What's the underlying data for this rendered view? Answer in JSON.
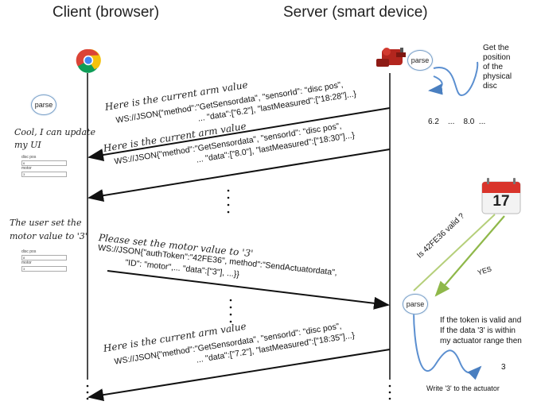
{
  "titles": {
    "client": "Client (browser)",
    "server": "Server (smart device)"
  },
  "client": {
    "parse_label": "parse",
    "update_note_line1": "Cool, I can update",
    "update_note_line2": "my UI",
    "form1": {
      "disc_label": "disc pos",
      "disc_value": "6",
      "motor_label": "motor",
      "motor_value": "3"
    },
    "user_note_line1": "The user set the",
    "user_note_line2": "motor value to '3'",
    "form2": {
      "disc_label": "disc pos",
      "disc_value": "8",
      "motor_label": "motor",
      "motor_value": "3"
    }
  },
  "server": {
    "parse_label": "parse",
    "position_note": [
      "Get the",
      "position",
      "of the",
      "physical",
      "disc"
    ],
    "readings": "6.2    ...    8.0  ...",
    "calendar_day": "17",
    "token_question": "Is 42FE36 valid ?",
    "yes_label": "YES",
    "parse2_label": "parse",
    "validation_note": [
      "If the token is valid and",
      "If the data '3' is within",
      "my actuator range then"
    ],
    "output_value": "3",
    "write_note": "Write '3' to the actuator"
  },
  "messages": [
    {
      "caption": "Here is the current arm value",
      "line1": "WS://JSON{\"method\":\"GetSensordata\", \"sensorId\": \"disc pos\",",
      "line2": "... \"data\":[\"6.2\"], \"lastMeasured\":[\"18:28\"]...}"
    },
    {
      "caption": "Here is the current arm value",
      "line1": "WS://JSON{\"method\":\"GetSensordata\", \"sensorId\": \"disc pos\",",
      "line2": "... \"data\":[\"8.0\"], \"lastMeasured\":[\"18:30\"]...}"
    },
    {
      "caption": "Please set the motor value to '3'",
      "line1": "WS://JSON{\"authToken\":\"42FE36\", method\":\"SendActuatordata\",",
      "line2": "\"ID\": \"motor\",... \"data\":[\"3\"], ...}}"
    },
    {
      "caption": "Here is the current arm value",
      "line1": "WS://JSON{\"method\":\"GetSensordata\", \"sensorId\": \"disc pos\",",
      "line2": "... \"data\":[\"7.2\"], \"lastMeasured\":[\"18:35\"]...}"
    }
  ]
}
